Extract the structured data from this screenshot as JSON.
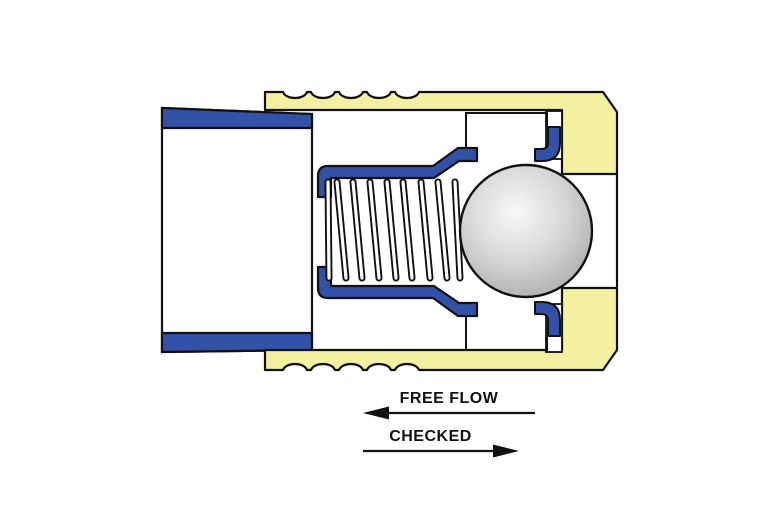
{
  "diagram": {
    "type": "check-valve cross-section",
    "labels": {
      "free_flow": "FREE FLOW",
      "checked": "CHECKED"
    },
    "flow_directions": {
      "free_flow": "left",
      "checked": "right"
    },
    "colors": {
      "background": "#FFFFFF",
      "body_yellow": "#F3F0A2",
      "component_blue": "#3351A7",
      "outline": "#111111",
      "ball_highlight": "#F8F8F8",
      "ball_shadow": "#969696",
      "label_text": "#111111"
    }
  }
}
